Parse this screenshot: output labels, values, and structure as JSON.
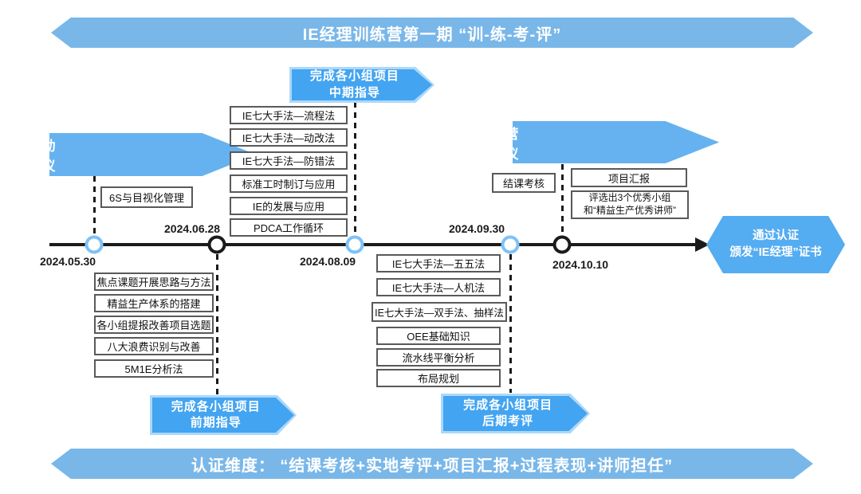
{
  "header": {
    "title": "IE经理训练营第一期 “训-练-考-评”"
  },
  "footer": {
    "title": "认证维度： “结课考核+实地考评+项目汇报+过程表现+讲师担任”"
  },
  "colors": {
    "ribbon_blue": "#79b7e9",
    "ceremony_arrow_blue": "#66b2f0",
    "project_banner_fill": "#43a4f1",
    "project_banner_border": "#acd8f9",
    "certificate_fill": "#54acf1",
    "milestone_blue": "#7ec1f7",
    "line_black": "#1b1b1b"
  },
  "milestones": [
    {
      "date": "2024.05.30",
      "circle": "blue"
    },
    {
      "date": "2024.06.28",
      "circle": "black"
    },
    {
      "date": "2024.08.09",
      "circle": "blue"
    },
    {
      "date": "2024.09.30",
      "circle": "blue"
    },
    {
      "date": "2024.10.10",
      "circle": "black"
    }
  ],
  "banners": {
    "start_ceremony": "启动仪式",
    "closing_ceremony": "结营仪式",
    "early": {
      "line1": "完成各小组项目",
      "line2": "前期指导"
    },
    "mid": {
      "line1": "完成各小组项目",
      "line2": "中期指导"
    },
    "late": {
      "line1": "完成各小组项目",
      "line2": "后期考评"
    },
    "certificate": {
      "line1": "通过认证",
      "line2": "颁发“IE经理”证书"
    }
  },
  "courses": {
    "stage1": [
      "6S与目视化管理"
    ],
    "stage2": [
      "焦点课题开展思路与方法",
      "精益生产体系的搭建",
      "各小组提报改善项目选题",
      "八大浪费识别与改善",
      "5M1E分析法"
    ],
    "stage3": [
      "IE七大手法—流程法",
      "IE七大手法—动改法",
      "IE七大手法—防错法",
      "标准工时制订与应用",
      "IE的发展与应用",
      "PDCA工作循环"
    ],
    "stage4": [
      "IE七大手法—五五法",
      "IE七大手法—人机法",
      "IE七大手法—双手法、抽样法",
      "OEE基础知识",
      "流水线平衡分析",
      "布局规划"
    ],
    "stage5_exam": "结课考核",
    "stage5_report": "项目汇报",
    "stage5_award": {
      "line1": "评选出3个优秀小组",
      "line2": "和“精益生产优秀讲师”"
    }
  }
}
